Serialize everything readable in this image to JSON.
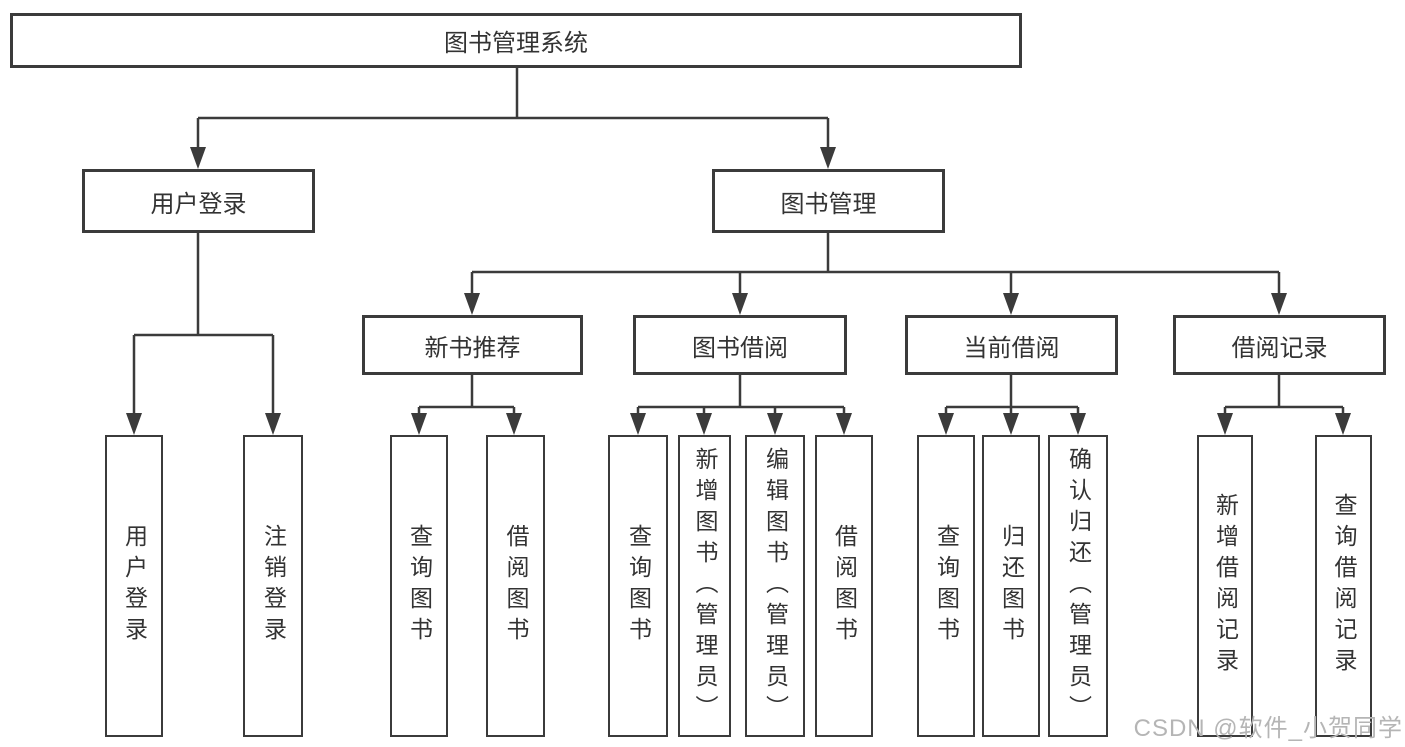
{
  "tree": {
    "root": {
      "label": "图书管理系统"
    },
    "branches": [
      {
        "label": "用户登录",
        "children": [
          {
            "label": "用户登录"
          },
          {
            "label": "注销登录"
          }
        ]
      },
      {
        "label": "图书管理",
        "children": [
          {
            "label": "新书推荐",
            "children": [
              {
                "label": "查询图书"
              },
              {
                "label": "借阅图书"
              }
            ]
          },
          {
            "label": "图书借阅",
            "children": [
              {
                "label": "查询图书"
              },
              {
                "label": "新增图书（管理员）"
              },
              {
                "label": "编辑图书（管理员）"
              },
              {
                "label": "借阅图书"
              }
            ]
          },
          {
            "label": "当前借阅",
            "children": [
              {
                "label": "查询图书"
              },
              {
                "label": "归还图书"
              },
              {
                "label": "确认归还（管理员）"
              }
            ]
          },
          {
            "label": "借阅记录",
            "children": [
              {
                "label": "新增借阅记录"
              },
              {
                "label": "查询借阅记录"
              }
            ]
          }
        ]
      }
    ]
  },
  "line_color": "#3b3b3b",
  "watermark": {
    "text": "CSDN @软件_小贺同学"
  }
}
